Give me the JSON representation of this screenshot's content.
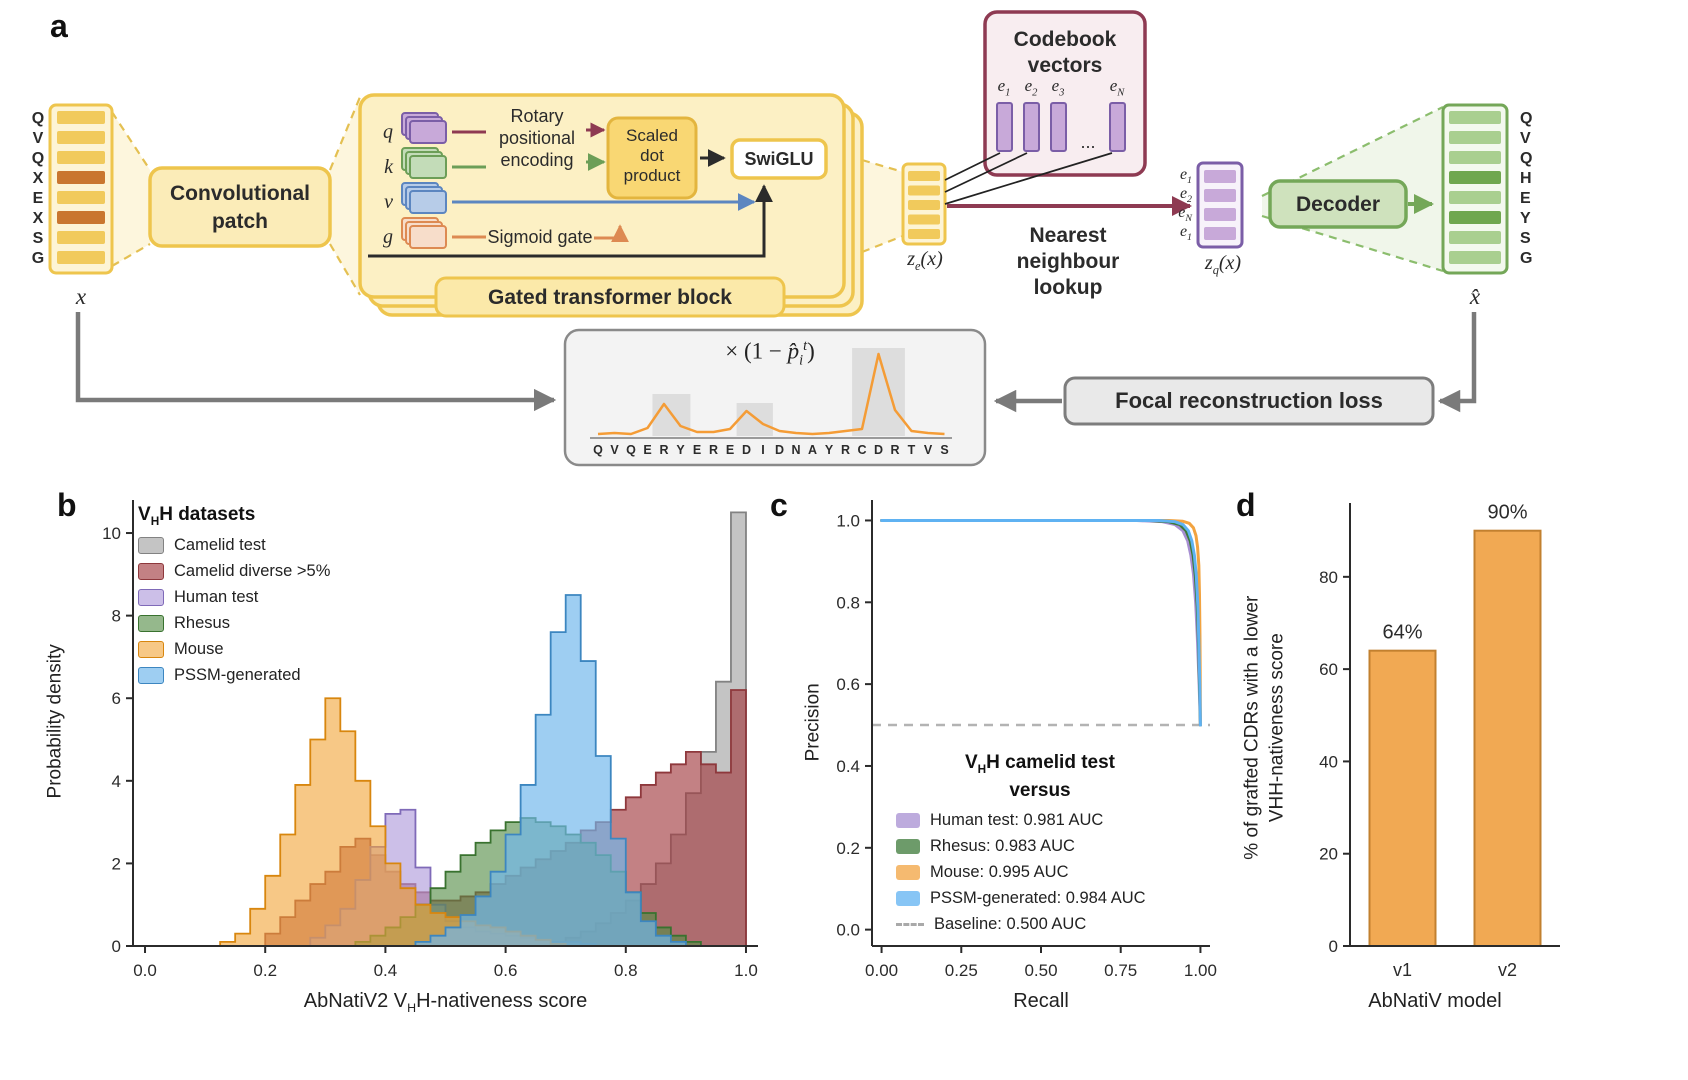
{
  "panel_labels": {
    "a": "a",
    "b": "b",
    "c": "c",
    "d": "d"
  },
  "panel_a": {
    "seq_left": [
      "Q",
      "V",
      "Q",
      "X",
      "E",
      "X",
      "S",
      "G"
    ],
    "seq_left_highlight": [
      3,
      5
    ],
    "seq_right": [
      "Q",
      "V",
      "Q",
      "H",
      "E",
      "Y",
      "S",
      "G"
    ],
    "seq_right_highlight": [
      3,
      5
    ],
    "x_label": "x",
    "xhat_label": "x̂",
    "conv_lines": [
      "Convolutional",
      "patch"
    ],
    "q": "q",
    "k": "k",
    "v": "v",
    "g": "g",
    "rotary_lines": [
      "Rotary",
      "positional",
      "encoding"
    ],
    "scaled_lines": [
      "Scaled",
      "dot",
      "product"
    ],
    "swiglu": "SwiGLU",
    "sigmoid": "Sigmoid gate",
    "gated": "Gated transformer block",
    "codebook_title_lines": [
      "Codebook",
      "vectors"
    ],
    "codebook_labels": [
      {
        "base": "e",
        "sub": "1"
      },
      {
        "base": "e",
        "sub": "2"
      },
      {
        "base": "e",
        "sub": "3"
      },
      {
        "base": "e",
        "sub": "N"
      }
    ],
    "codebook_dots": "...",
    "ze": {
      "base": "z",
      "sub": "e",
      "paren": "(x)"
    },
    "zq": {
      "base": "z",
      "sub": "q",
      "paren": "(x)"
    },
    "zq_side": [
      {
        "base": "e",
        "sub": "1"
      },
      {
        "base": "e",
        "sub": "2"
      },
      {
        "base": "e",
        "sub": "N"
      },
      {
        "base": "e",
        "sub": "1"
      }
    ],
    "nearest_lines": [
      "Nearest",
      "neighbour",
      "lookup"
    ],
    "decoder": "Decoder",
    "focal": "Focal reconstruction loss",
    "loss_plot": {
      "formula": {
        "prefix": "× (1 − ",
        "p": "p̂",
        "sub": "i",
        "sup": "t",
        "suffix": ")"
      },
      "letters": "QVQERYEREDIDNAYRCDRTVS",
      "profile": [
        2,
        3,
        2,
        8,
        32,
        10,
        4,
        4,
        7,
        25,
        12,
        5,
        3,
        2,
        3,
        5,
        7,
        82,
        26,
        5,
        3,
        2
      ],
      "bars": [
        {
          "from": 3.3,
          "to": 5.6,
          "h": 42
        },
        {
          "from": 8.4,
          "to": 10.6,
          "h": 33
        },
        {
          "from": 15.4,
          "to": 18.6,
          "h": 88
        }
      ]
    }
  },
  "chart_data": [
    {
      "id": "b",
      "type": "histogram",
      "ylabel": "Probability density",
      "xlabel": {
        "pre": "AbNatiV2 V",
        "sub": "H",
        "post": "H-nativeness score"
      },
      "legend_title": {
        "pre": "V",
        "sub": "H",
        "post": "H datasets"
      },
      "xlim": [
        -0.02,
        1.02
      ],
      "ylim": [
        0,
        10.8
      ],
      "xticks": {
        "values": [
          0,
          0.2,
          0.4,
          0.6,
          0.8,
          1.0
        ],
        "labels": [
          "0.0",
          "0.2",
          "0.4",
          "0.6",
          "0.8",
          "1.0"
        ]
      },
      "yticks": {
        "values": [
          0,
          2,
          4,
          6,
          8,
          10
        ],
        "labels": [
          "0",
          "2",
          "4",
          "6",
          "8",
          "10"
        ]
      },
      "bin_start": 0,
      "bin_width": 0.025,
      "series": [
        {
          "name": "Camelid test",
          "stroke": "#828282",
          "fill": "rgba(148,148,148,0.55)",
          "values": [
            0,
            0,
            0,
            0,
            0,
            0,
            0,
            0,
            0,
            0,
            0,
            0,
            0,
            0,
            0,
            0,
            0,
            0,
            0,
            0,
            0,
            0,
            0,
            0,
            0,
            0,
            0,
            0,
            0.2,
            0.35,
            0.55,
            0.8,
            1.1,
            1.5,
            2.0,
            2.7,
            3.7,
            4.7,
            6.4,
            10.5
          ]
        },
        {
          "name": "Camelid diverse >5%",
          "stroke": "#8e383c",
          "fill": "rgba(163,62,66,0.65)",
          "values": [
            0,
            0,
            0,
            0,
            0,
            0,
            0,
            0,
            0.3,
            0.7,
            1.1,
            1.5,
            1.8,
            2.4,
            2.6,
            2.2,
            1.8,
            1.5,
            1.3,
            1.1,
            1.1,
            1.2,
            1.3,
            1.5,
            1.7,
            1.9,
            2.1,
            2.3,
            2.5,
            2.8,
            3.0,
            3.3,
            3.6,
            3.9,
            4.2,
            4.4,
            4.7,
            4.4,
            4.2,
            6.2
          ]
        },
        {
          "name": "Human test",
          "stroke": "#7f6ab8",
          "fill": "rgba(177,156,219,0.65)",
          "values": [
            0,
            0,
            0,
            0,
            0,
            0,
            0,
            0,
            0,
            0,
            0,
            0.2,
            0.5,
            0.9,
            1.6,
            2.4,
            3.2,
            3.3,
            1.9,
            1.0,
            0.6,
            0.45,
            0.35,
            0.3,
            0.25,
            0.2,
            0.15,
            0.1,
            0.1,
            0.05,
            0,
            0,
            0,
            0,
            0,
            0,
            0,
            0,
            0,
            0
          ]
        },
        {
          "name": "Rhesus",
          "stroke": "#39722f",
          "fill": "rgba(84,141,70,0.62)",
          "values": [
            0,
            0,
            0,
            0,
            0,
            0,
            0,
            0,
            0,
            0,
            0,
            0,
            0,
            0,
            0.1,
            0.25,
            0.45,
            0.7,
            1.0,
            1.4,
            1.8,
            2.2,
            2.5,
            2.8,
            3.0,
            3.1,
            3.0,
            2.9,
            2.7,
            2.5,
            2.2,
            1.8,
            1.3,
            0.8,
            0.45,
            0.25,
            0.1,
            0,
            0,
            0
          ]
        },
        {
          "name": "Mouse",
          "stroke": "#d8860e",
          "fill": "rgba(242,166,59,0.62)",
          "values": [
            0,
            0,
            0,
            0,
            0,
            0.1,
            0.3,
            0.9,
            1.7,
            2.7,
            3.9,
            5.0,
            6.0,
            5.2,
            4.0,
            2.9,
            2.0,
            1.4,
            1.0,
            0.8,
            0.7,
            0.6,
            0.5,
            0.45,
            0.35,
            0.25,
            0.15,
            0.05,
            0,
            0,
            0,
            0,
            0,
            0,
            0,
            0,
            0,
            0,
            0,
            0
          ]
        },
        {
          "name": "PSSM-generated",
          "stroke": "#3c86c0",
          "fill": "rgba(112,183,236,0.68)",
          "values": [
            0,
            0,
            0,
            0,
            0,
            0,
            0,
            0,
            0,
            0,
            0,
            0,
            0,
            0,
            0,
            0,
            0,
            0,
            0.1,
            0.25,
            0.45,
            0.75,
            1.2,
            1.8,
            2.7,
            3.9,
            5.6,
            7.6,
            8.5,
            6.9,
            4.6,
            2.6,
            1.3,
            0.6,
            0.25,
            0.1,
            0,
            0,
            0,
            0
          ]
        }
      ]
    },
    {
      "id": "c",
      "type": "line",
      "xlabel": "Recall",
      "ylabel": "Precision",
      "xlim": [
        -0.03,
        1.03
      ],
      "ylim": [
        -0.04,
        1.05
      ],
      "xticks": {
        "values": [
          0,
          0.25,
          0.5,
          0.75,
          1
        ],
        "labels": [
          "0.00",
          "0.25",
          "0.50",
          "0.75",
          "1.00"
        ]
      },
      "yticks": {
        "values": [
          0,
          0.2,
          0.4,
          0.6,
          0.8,
          1
        ],
        "labels": [
          "0.0",
          "0.2",
          "0.4",
          "0.6",
          "0.8",
          "1.0"
        ]
      },
      "legend_title": {
        "line1": {
          "pre": "V",
          "sub": "H",
          "post": "H camelid test"
        },
        "line2": "versus"
      },
      "series": [
        {
          "name": "Human test: 0.981 AUC",
          "color": "#a78fd2",
          "points": [
            [
              0,
              1
            ],
            [
              0.8,
              1
            ],
            [
              0.88,
              0.997
            ],
            [
              0.92,
              0.99
            ],
            [
              0.945,
              0.975
            ],
            [
              0.96,
              0.95
            ],
            [
              0.97,
              0.915
            ],
            [
              0.978,
              0.87
            ],
            [
              0.985,
              0.8
            ],
            [
              0.99,
              0.72
            ],
            [
              0.995,
              0.62
            ],
            [
              1,
              0.5
            ]
          ]
        },
        {
          "name": "Rhesus: 0.983 AUC",
          "color": "#3c7a38",
          "points": [
            [
              0,
              1
            ],
            [
              0.84,
              1
            ],
            [
              0.9,
              0.997
            ],
            [
              0.935,
              0.99
            ],
            [
              0.955,
              0.975
            ],
            [
              0.968,
              0.95
            ],
            [
              0.977,
              0.915
            ],
            [
              0.984,
              0.865
            ],
            [
              0.99,
              0.79
            ],
            [
              0.994,
              0.7
            ],
            [
              0.997,
              0.6
            ],
            [
              1,
              0.5
            ]
          ]
        },
        {
          "name": "Mouse: 0.995 AUC",
          "color": "#f2a340",
          "points": [
            [
              0,
              1
            ],
            [
              0.9,
              1
            ],
            [
              0.945,
              0.998
            ],
            [
              0.965,
              0.993
            ],
            [
              0.978,
              0.982
            ],
            [
              0.986,
              0.963
            ],
            [
              0.991,
              0.935
            ],
            [
              0.995,
              0.89
            ],
            [
              0.997,
              0.82
            ],
            [
              0.9985,
              0.72
            ],
            [
              0.9995,
              0.6
            ],
            [
              1,
              0.5
            ]
          ]
        },
        {
          "name": "PSSM-generated: 0.984 AUC",
          "color": "#5fb2f2",
          "points": [
            [
              0,
              1
            ],
            [
              0.87,
              1
            ],
            [
              0.92,
              0.997
            ],
            [
              0.945,
              0.99
            ],
            [
              0.962,
              0.975
            ],
            [
              0.973,
              0.95
            ],
            [
              0.981,
              0.915
            ],
            [
              0.987,
              0.865
            ],
            [
              0.992,
              0.79
            ],
            [
              0.995,
              0.7
            ],
            [
              0.998,
              0.6
            ],
            [
              1,
              0.5
            ]
          ]
        }
      ],
      "baseline": {
        "name": "Baseline: 0.500 AUC",
        "color": "#b3b3b3",
        "y": 0.5
      }
    },
    {
      "id": "d",
      "type": "bar",
      "categories": [
        "v1",
        "v2"
      ],
      "values": [
        64,
        90
      ],
      "bar_labels": [
        "64%",
        "90%"
      ],
      "xlabel": "AbNatiV model",
      "ylabel_lines": [
        "% of grafted CDRs with a lower",
        "VHH-nativeness score"
      ],
      "ylim": [
        0,
        96
      ],
      "yticks": {
        "values": [
          0,
          20,
          40,
          60,
          80
        ],
        "labels": [
          "0",
          "20",
          "40",
          "60",
          "80"
        ]
      },
      "bar_fill": "#f1a953",
      "bar_edge": "#c2802f"
    }
  ]
}
